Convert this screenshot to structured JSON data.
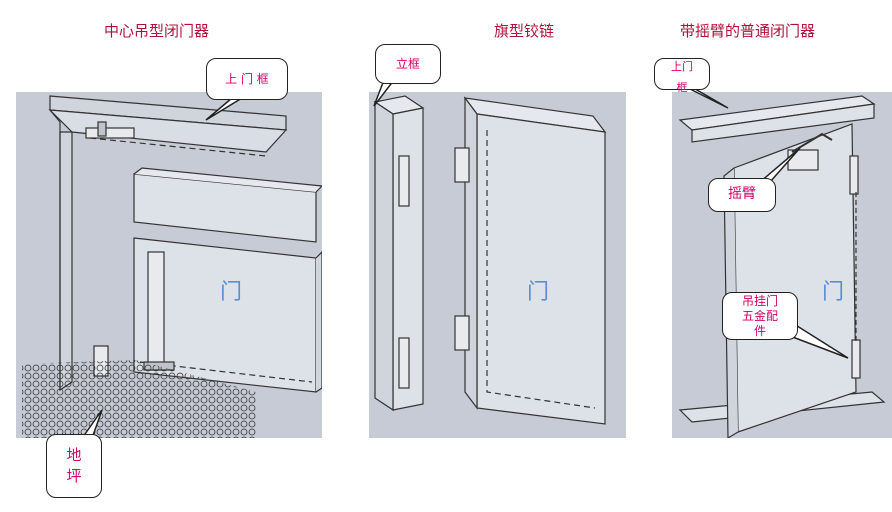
{
  "panel1": {
    "title": "中心吊型闭门器",
    "frame_callout": "上 门 框",
    "floor_callout_line1": "地",
    "floor_callout_line2": "坪",
    "door_label": "门"
  },
  "panel2": {
    "title": "旗型铰链",
    "frame_callout": "立框",
    "door_label": "门"
  },
  "panel3": {
    "title": "带摇臂的普通闭门器",
    "frame_callout_line1": "上门",
    "frame_callout_line2": "框",
    "arm_callout": "摇臂",
    "hardware_callout_line1": "吊挂门",
    "hardware_callout_line2": "五金配",
    "hardware_callout_line3": "件",
    "door_label": "门"
  }
}
